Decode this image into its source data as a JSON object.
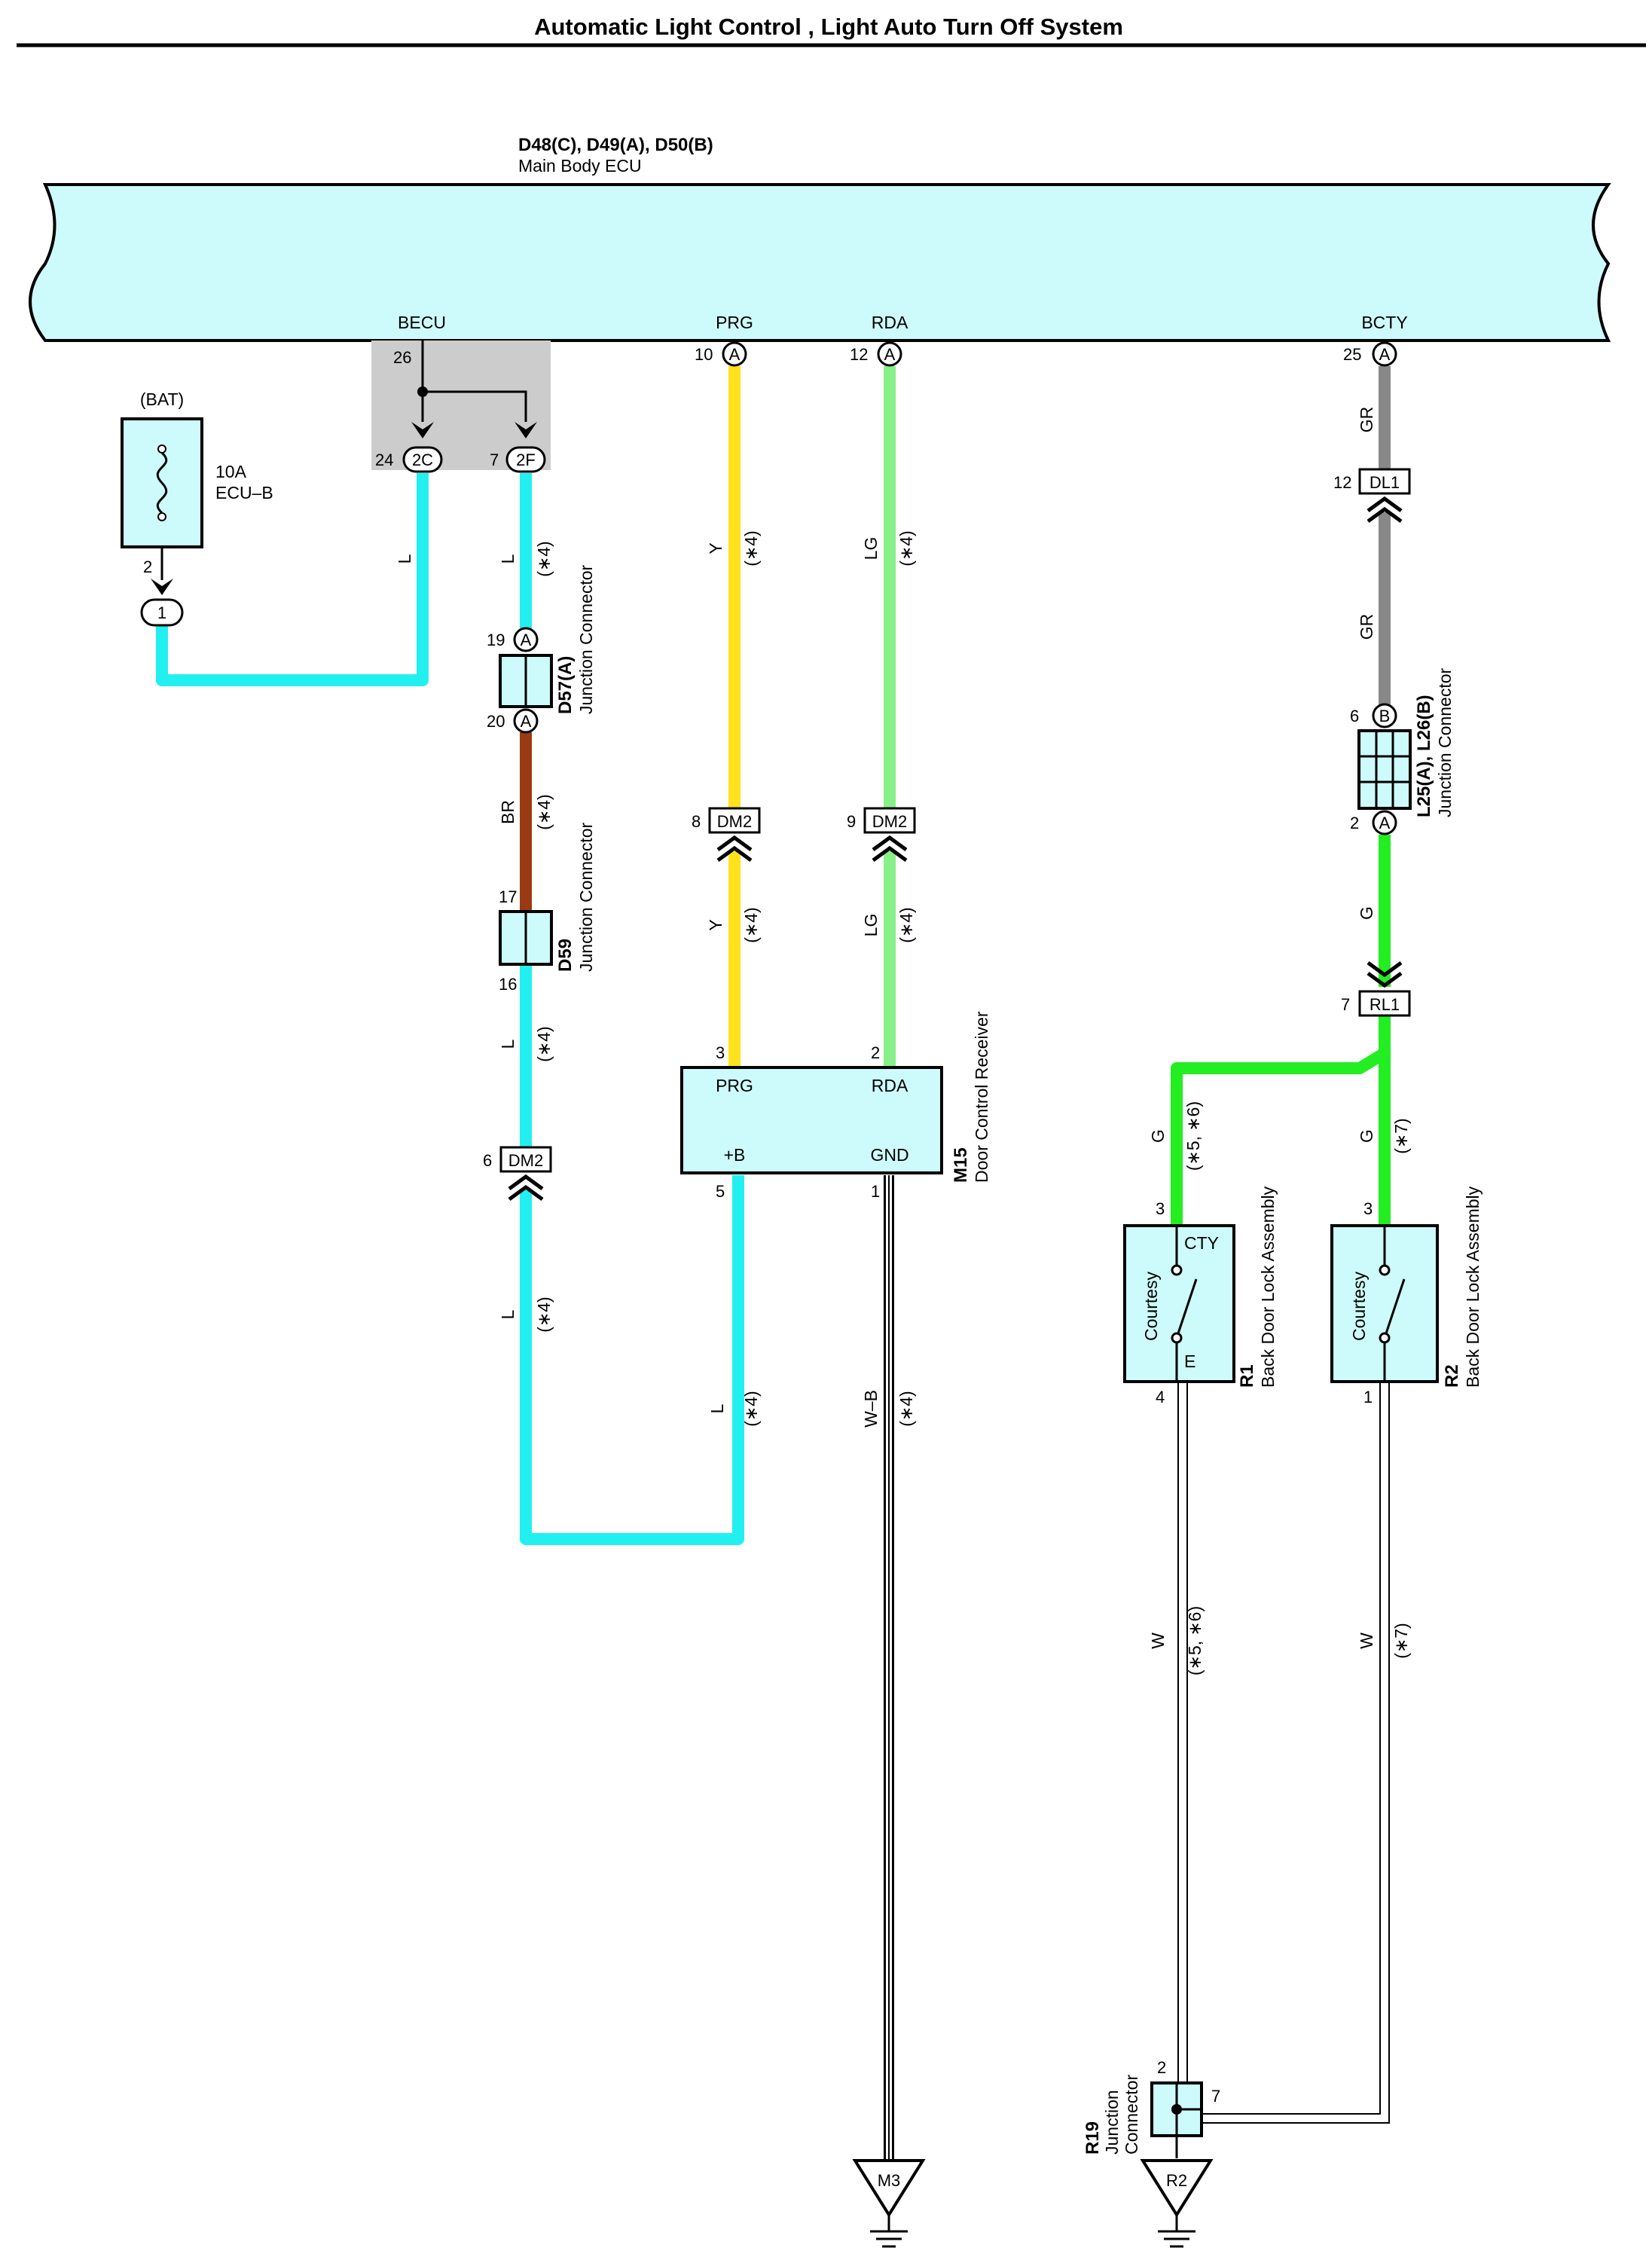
{
  "title": "Automatic Light Control , Light Auto Turn Off System",
  "colors": {
    "L": "#22f0f0",
    "Y": "#ffe21c",
    "LG": "#88f088",
    "G": "#22ee22",
    "GR": "#888888",
    "BR": "#9a3a12",
    "ecu_fill": "#cdfafa",
    "splice_fill": "#cccccc"
  },
  "ecu": {
    "code": "D48(C), D49(A), D50(B)",
    "name": "Main Body ECU",
    "terminals": {
      "becu": "BECU",
      "prg": "PRG",
      "rda": "RDA",
      "bcty": "BCTY"
    },
    "pins": {
      "becu": "26",
      "prg": "10",
      "rda": "12",
      "bcty": "25"
    }
  },
  "fuse": {
    "supply": "(BAT)",
    "rating": "10A",
    "name": "ECU–B",
    "pin": "2",
    "connector": "1"
  },
  "splice": {
    "left_pin": "24",
    "left_conn": "2C",
    "right_pin": "7",
    "right_conn": "2F"
  },
  "connectors": {
    "A": "A",
    "B": "B",
    "DM2": "DM2",
    "DL1": "DL1",
    "RL1": "RL1",
    "dm2_prg_pin": "8",
    "dm2_rda_pin": "9",
    "dm2_lower_pin": "6",
    "dl1_pin": "12",
    "rl1_pin": "7"
  },
  "d57": {
    "code": "D57(A)",
    "name": "Junction Connector",
    "pin_in": "19",
    "pin_out": "20"
  },
  "d59": {
    "code": "D59",
    "name": "Junction Connector",
    "pin_in": "17",
    "pin_out": "16"
  },
  "l25": {
    "code": "L25(A), L26(B)",
    "name": "Junction Connector",
    "pin_in": "6",
    "pin_out": "2"
  },
  "m15": {
    "code": "M15",
    "name": "Door Control Receiver",
    "prg": "PRG",
    "rda": "RDA",
    "b": "+B",
    "gnd": "GND",
    "pin_prg": "3",
    "pin_rda": "2",
    "pin_b": "5",
    "pin_gnd": "1"
  },
  "r1": {
    "code": "R1",
    "name": "Back Door Lock Assembly",
    "label": "Courtesy",
    "cty": "CTY",
    "e": "E",
    "pin_top": "3",
    "pin_bottom": "4"
  },
  "r2": {
    "code": "R2",
    "name": "Back Door Lock Assembly",
    "label": "Courtesy",
    "pin_top": "3",
    "pin_bottom": "1"
  },
  "r19": {
    "code": "R19",
    "name1": "Junction",
    "name2": "Connector",
    "pin_in": "2",
    "pin_side": "7"
  },
  "grounds": {
    "m3": "M3",
    "r2": "R2"
  },
  "wires": {
    "L": "L",
    "Y": "Y",
    "LG": "LG",
    "BR": "BR",
    "GR": "GR",
    "G": "G",
    "W": "W",
    "WB": "W–B",
    "n4": "(∗4)",
    "n56": "(∗5, ∗6)",
    "n7": "(∗7)"
  }
}
